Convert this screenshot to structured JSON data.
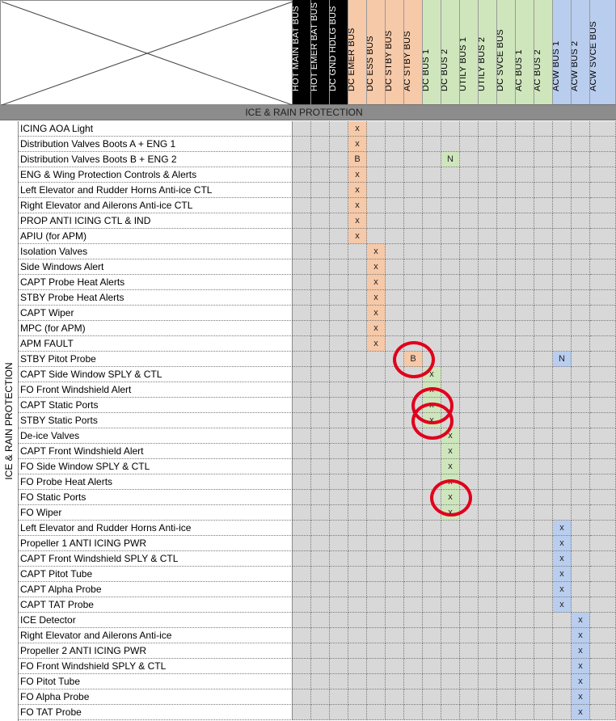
{
  "columns": [
    {
      "id": "hot-main-bat-bus",
      "label": "HOT MAIN BAT BUS",
      "color": "#000000",
      "text": "#ffffff",
      "cell": "#d8d8d8"
    },
    {
      "id": "hot-emer-bat-bus",
      "label": "HOT EMER BAT BUS",
      "color": "#000000",
      "text": "#ffffff",
      "cell": "#d8d8d8"
    },
    {
      "id": "dc-gnd-hdlg-bus",
      "label": "DC GND HDLG BUS",
      "color": "#000000",
      "text": "#ffffff",
      "cell": "#d8d8d8"
    },
    {
      "id": "dc-emer-bus",
      "label": "DC EMER BUS",
      "color": "#f6c9a8",
      "text": "#000000",
      "cell": "#d8d8d8"
    },
    {
      "id": "dc-ess-bus",
      "label": "DC ESS BUS",
      "color": "#f6c9a8",
      "text": "#000000",
      "cell": "#d8d8d8"
    },
    {
      "id": "dc-stby-bus",
      "label": "DC STBY BUS",
      "color": "#f6c9a8",
      "text": "#000000",
      "cell": "#d8d8d8"
    },
    {
      "id": "ac-stby-bus",
      "label": "AC STBY BUS",
      "color": "#f6c9a8",
      "text": "#000000",
      "cell": "#d8d8d8"
    },
    {
      "id": "dc-bus-1",
      "label": "DC BUS 1",
      "color": "#cfe6bd",
      "text": "#000000",
      "cell": "#d8d8d8"
    },
    {
      "id": "dc-bus-2",
      "label": "DC BUS 2",
      "color": "#cfe6bd",
      "text": "#000000",
      "cell": "#d8d8d8"
    },
    {
      "id": "utily-bus-1",
      "label": "UTILY BUS 1",
      "color": "#cfe6bd",
      "text": "#000000",
      "cell": "#d8d8d8"
    },
    {
      "id": "utily-bus-2",
      "label": "UTILY BUS 2",
      "color": "#cfe6bd",
      "text": "#000000",
      "cell": "#d8d8d8"
    },
    {
      "id": "dc-svce-bus",
      "label": "DC SVCE BUS",
      "color": "#cfe6bd",
      "text": "#000000",
      "cell": "#d8d8d8"
    },
    {
      "id": "ac-bus-1",
      "label": "AC BUS 1",
      "color": "#cfe6bd",
      "text": "#000000",
      "cell": "#d8d8d8"
    },
    {
      "id": "ac-bus-2",
      "label": "AC BUS 2",
      "color": "#cfe6bd",
      "text": "#000000",
      "cell": "#d8d8d8"
    },
    {
      "id": "acw-bus-1",
      "label": "ACW BUS 1",
      "color": "#b9cdee",
      "text": "#000000",
      "cell": "#d8d8d8"
    },
    {
      "id": "acw-bus-2",
      "label": "ACW BUS 2",
      "color": "#b9cdee",
      "text": "#000000",
      "cell": "#d8d8d8"
    },
    {
      "id": "acw-svce-bus",
      "label": "ACW SVCE BUS",
      "color": "#b9cdee",
      "text": "#000000",
      "cell": "#d8d8d8"
    }
  ],
  "section_title": "ICE & RAIN PROTECTION",
  "side_label": "ICE & RAIN PROTECTION",
  "mark_colors": {
    "orange": "#f6c9a8",
    "green": "#cfe6bd",
    "blue": "#b9cdee"
  },
  "highlight_color": "#e0001b",
  "rows": [
    {
      "label": "ICING AOA Light",
      "marks": [
        {
          "col": 3,
          "v": "x",
          "c": "orange"
        }
      ]
    },
    {
      "label": "Distribution Valves Boots A + ENG 1",
      "marks": [
        {
          "col": 3,
          "v": "x",
          "c": "orange"
        }
      ]
    },
    {
      "label": "Distribution Valves Boots B + ENG 2",
      "marks": [
        {
          "col": 3,
          "v": "B",
          "c": "orange"
        },
        {
          "col": 8,
          "v": "N",
          "c": "green"
        }
      ]
    },
    {
      "label": "ENG & Wing Protection Controls & Alerts",
      "marks": [
        {
          "col": 3,
          "v": "x",
          "c": "orange"
        }
      ]
    },
    {
      "label": "Left Elevator and Rudder Horns Anti-ice CTL",
      "marks": [
        {
          "col": 3,
          "v": "x",
          "c": "orange"
        }
      ]
    },
    {
      "label": "Right Elevator and Ailerons Anti-ice CTL",
      "marks": [
        {
          "col": 3,
          "v": "x",
          "c": "orange"
        }
      ]
    },
    {
      "label": "PROP ANTI ICING CTL & IND",
      "marks": [
        {
          "col": 3,
          "v": "x",
          "c": "orange"
        }
      ]
    },
    {
      "label": "APIU (for APM)",
      "marks": [
        {
          "col": 3,
          "v": "x",
          "c": "orange"
        }
      ]
    },
    {
      "label": "Isolation Valves",
      "marks": [
        {
          "col": 4,
          "v": "x",
          "c": "orange"
        }
      ]
    },
    {
      "label": "Side Windows Alert",
      "marks": [
        {
          "col": 4,
          "v": "x",
          "c": "orange"
        }
      ]
    },
    {
      "label": "CAPT Probe Heat Alerts",
      "marks": [
        {
          "col": 4,
          "v": "x",
          "c": "orange"
        }
      ]
    },
    {
      "label": "STBY Probe Heat Alerts",
      "marks": [
        {
          "col": 4,
          "v": "x",
          "c": "orange"
        }
      ]
    },
    {
      "label": "CAPT Wiper",
      "marks": [
        {
          "col": 4,
          "v": "x",
          "c": "orange"
        }
      ]
    },
    {
      "label": "MPC (for APM)",
      "marks": [
        {
          "col": 4,
          "v": "x",
          "c": "orange"
        }
      ]
    },
    {
      "label": "APM FAULT",
      "marks": [
        {
          "col": 4,
          "v": "x",
          "c": "orange"
        }
      ]
    },
    {
      "label": "STBY Pitot Probe",
      "marks": [
        {
          "col": 6,
          "v": "B",
          "c": "orange",
          "circled": true
        },
        {
          "col": 14,
          "v": "N",
          "c": "blue"
        }
      ]
    },
    {
      "label": "CAPT Side Window SPLY & CTL",
      "marks": [
        {
          "col": 7,
          "v": "x",
          "c": "green"
        }
      ]
    },
    {
      "label": "FO Front Windshield Alert",
      "marks": [
        {
          "col": 7,
          "v": "x",
          "c": "green"
        }
      ]
    },
    {
      "label": "CAPT Static Ports",
      "marks": [
        {
          "col": 7,
          "v": "x",
          "c": "green",
          "circled": true
        }
      ]
    },
    {
      "label": "STBY Static Ports",
      "marks": [
        {
          "col": 7,
          "v": "x",
          "c": "green",
          "circled": true
        }
      ]
    },
    {
      "label": "De-ice Valves",
      "marks": [
        {
          "col": 8,
          "v": "x",
          "c": "green"
        }
      ]
    },
    {
      "label": "CAPT Front Windshield Alert",
      "marks": [
        {
          "col": 8,
          "v": "x",
          "c": "green"
        }
      ]
    },
    {
      "label": "FO Side Window SPLY & CTL",
      "marks": [
        {
          "col": 8,
          "v": "x",
          "c": "green"
        }
      ]
    },
    {
      "label": "FO Probe Heat Alerts",
      "marks": [
        {
          "col": 8,
          "v": "x",
          "c": "green"
        }
      ]
    },
    {
      "label": "FO Static Ports",
      "marks": [
        {
          "col": 8,
          "v": "x",
          "c": "green",
          "circled": true
        }
      ]
    },
    {
      "label": "FO Wiper",
      "marks": [
        {
          "col": 8,
          "v": "x",
          "c": "green"
        }
      ]
    },
    {
      "label": "Left Elevator and Rudder Horns Anti-ice",
      "marks": [
        {
          "col": 14,
          "v": "x",
          "c": "blue"
        }
      ]
    },
    {
      "label": "Propeller 1 ANTI ICING PWR",
      "marks": [
        {
          "col": 14,
          "v": "x",
          "c": "blue"
        }
      ]
    },
    {
      "label": "CAPT Front Windshield SPLY & CTL",
      "marks": [
        {
          "col": 14,
          "v": "x",
          "c": "blue"
        }
      ]
    },
    {
      "label": "CAPT Pitot Tube",
      "marks": [
        {
          "col": 14,
          "v": "x",
          "c": "blue"
        }
      ]
    },
    {
      "label": "CAPT Alpha Probe",
      "marks": [
        {
          "col": 14,
          "v": "x",
          "c": "blue"
        }
      ]
    },
    {
      "label": "CAPT TAT Probe",
      "marks": [
        {
          "col": 14,
          "v": "x",
          "c": "blue"
        }
      ]
    },
    {
      "label": "ICE Detector",
      "marks": [
        {
          "col": 15,
          "v": "x",
          "c": "blue"
        }
      ]
    },
    {
      "label": "Right Elevator and Ailerons Anti-ice",
      "marks": [
        {
          "col": 15,
          "v": "x",
          "c": "blue"
        }
      ]
    },
    {
      "label": "Propeller 2 ANTI ICING PWR",
      "marks": [
        {
          "col": 15,
          "v": "x",
          "c": "blue"
        }
      ]
    },
    {
      "label": "FO Front Windshield SPLY & CTL",
      "marks": [
        {
          "col": 15,
          "v": "x",
          "c": "blue"
        }
      ]
    },
    {
      "label": "FO Pitot Tube",
      "marks": [
        {
          "col": 15,
          "v": "x",
          "c": "blue"
        }
      ]
    },
    {
      "label": "FO Alpha Probe",
      "marks": [
        {
          "col": 15,
          "v": "x",
          "c": "blue"
        }
      ]
    },
    {
      "label": "FO TAT Probe",
      "marks": [
        {
          "col": 15,
          "v": "x",
          "c": "blue"
        }
      ]
    }
  ]
}
